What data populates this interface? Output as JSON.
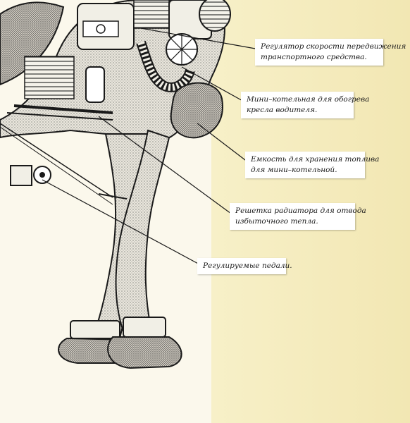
{
  "labels": [
    {
      "id": "speed-regulator",
      "lines": [
        "Регулятор скорости передвижения",
        "транспортного средства."
      ]
    },
    {
      "id": "mini-boiler",
      "lines": [
        "Мини–котельная для обогрева",
        "кресла водителя."
      ]
    },
    {
      "id": "fuel-tank",
      "lines": [
        "Емкость для хранения топлива",
        "для мини–котельной."
      ]
    },
    {
      "id": "radiator-grille",
      "lines": [
        "Решетка радиатора для отвода",
        "избыточного тепла."
      ]
    },
    {
      "id": "pedals",
      "lines": [
        "Регулируемые педали."
      ]
    }
  ],
  "colors": {
    "ink": "#1a1a1a",
    "paper": "#fbf8ec",
    "paper_right": "#f2e7b3",
    "label_bg": "#ffffff"
  }
}
